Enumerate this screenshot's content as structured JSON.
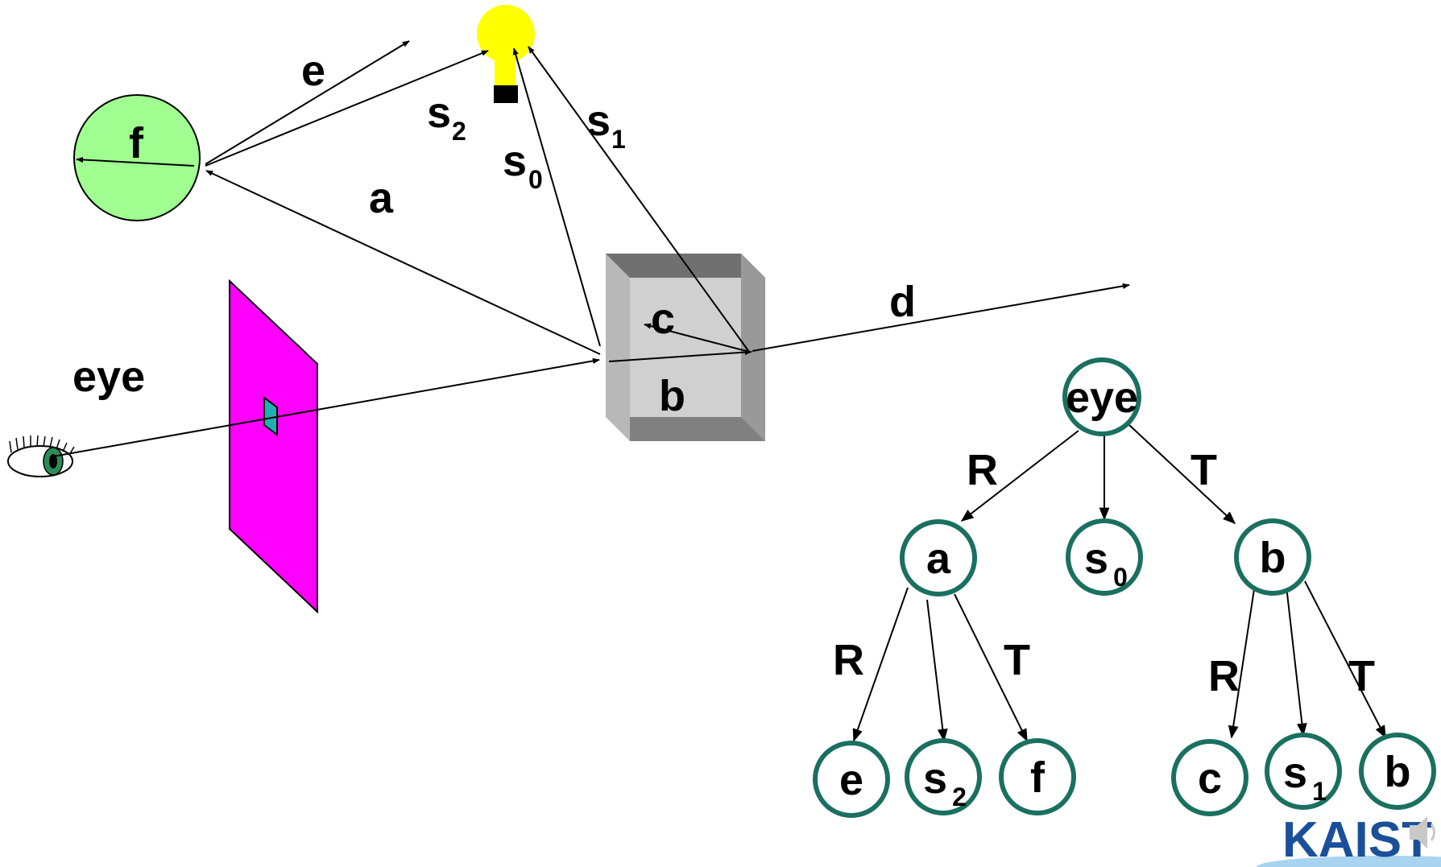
{
  "scene": {
    "labels": {
      "eye": "eye",
      "e": "e",
      "f": "f",
      "a": "a",
      "d": "d",
      "c": "c",
      "b": "b",
      "s2_base": "s",
      "s2_sub": "2",
      "s1_base": "s",
      "s1_sub": "1",
      "s0_base": "s",
      "s0_sub": "0"
    },
    "colors": {
      "sphere": "#a0ff90",
      "light": "#ffff00",
      "screen": "#ff00ff",
      "pixel": "#20b0b0",
      "box": "#a0a0a0"
    }
  },
  "tree": {
    "root": "eye",
    "level1": [
      {
        "base": "a",
        "sub": ""
      },
      {
        "base": "s",
        "sub": "0"
      },
      {
        "base": "b",
        "sub": ""
      }
    ],
    "level2_left": [
      {
        "base": "e",
        "sub": ""
      },
      {
        "base": "s",
        "sub": "2"
      },
      {
        "base": "f",
        "sub": ""
      }
    ],
    "level2_right": [
      {
        "base": "c",
        "sub": ""
      },
      {
        "base": "s",
        "sub": "1"
      },
      {
        "base": "b",
        "sub": ""
      }
    ],
    "edge_labels": {
      "root_R": "R",
      "root_T": "T",
      "a_R": "R",
      "a_T": "T",
      "b_R": "R",
      "b_T": "T"
    },
    "node_color": "#1a7060"
  },
  "logo": {
    "text": "KAIST"
  }
}
